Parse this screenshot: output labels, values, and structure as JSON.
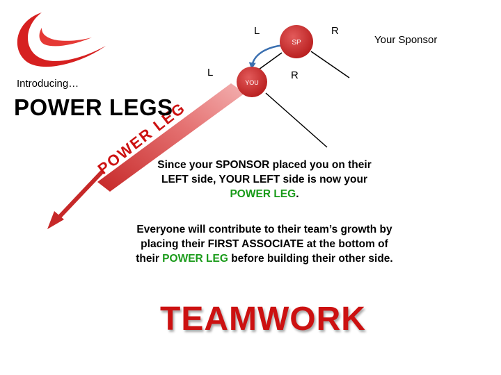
{
  "intro": "Introducing…",
  "title": "POWER LEGS",
  "sponsor_caption": "Your Sponsor",
  "tree": {
    "sponsor_node": "SP",
    "you_node": "YOU",
    "sponsor_left": "L",
    "sponsor_right": "R",
    "you_left": "L",
    "you_right": "R"
  },
  "arrow_label": "POWER LEG",
  "paragraph1": {
    "line1": "Since your SPONSOR placed you on their",
    "line2": "LEFT side, YOUR LEFT side is now your",
    "highlight": "POWER LEG",
    "end": "."
  },
  "paragraph2": {
    "line1": "Everyone will contribute to their team’s growth by",
    "line2": "placing their FIRST ASSOCIATE at the bottom of",
    "pre": "their",
    "highlight": "POWER LEG",
    "post": "before building their other side."
  },
  "teamwork": "TEAMWORK",
  "colors": {
    "brand_red": "#cc1111",
    "node_red": "#c62828",
    "arrow_blue": "#3a6fb0",
    "highlight_green": "#1a9b1a"
  },
  "icons": {
    "logo": "swoosh-logo-icon"
  }
}
